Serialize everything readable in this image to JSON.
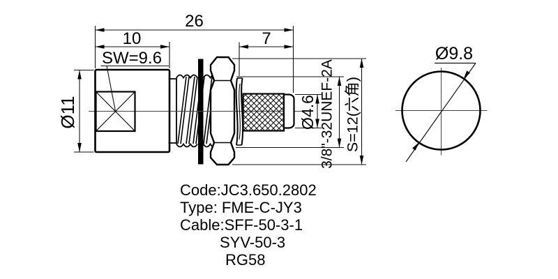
{
  "drawing": {
    "title_hint": "FME bulkhead connector outline drawing",
    "dimensions": {
      "overall_length": "26",
      "body_length": "10",
      "rear_length": "7",
      "wrench_flat": "SW=9.6",
      "body_diameter": "Ø11",
      "crimp_diameter": "Ø4.6",
      "thread_spec": "3/8\"-32UNEF-2A",
      "hex_size": "S=12(六角)",
      "panel_hole_diameter": "Ø9.8"
    },
    "notes": {
      "code": "Code:JC3.650.2802",
      "type": "Type: FME-C-JY3",
      "cable1": "Cable:SFF-50-3-1",
      "cable2": "SYV-50-3",
      "cable3": "RG58"
    },
    "colors": {
      "line": "#000000",
      "thin_line": "#1a1a1a",
      "centerline": "#444444",
      "background": "#ffffff"
    }
  }
}
